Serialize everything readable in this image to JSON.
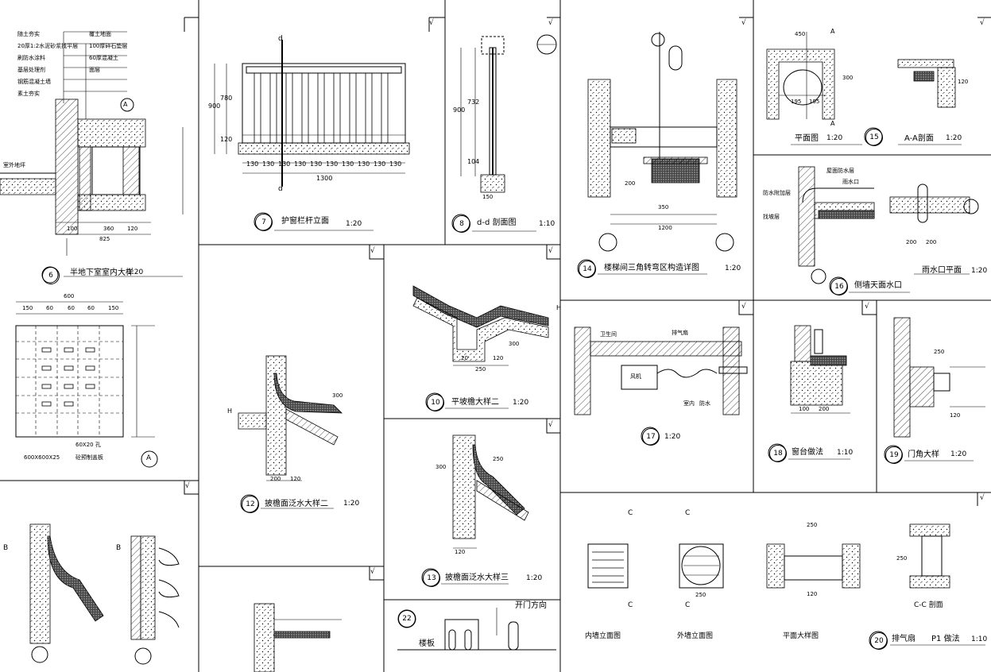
{
  "details": [
    {
      "id": "6",
      "title": "半地下室室内大样",
      "scale": "1:20"
    },
    {
      "id": "7",
      "title": "护窗栏杆立面",
      "scale": "1:20"
    },
    {
      "id": "8",
      "title": "d-d 剖面图",
      "scale": "1:10"
    },
    {
      "id": "14",
      "title": "楼梯间三角转弯区构造详图",
      "scale": "1:20"
    },
    {
      "id": "15",
      "title": "平面图",
      "scale": "1:20"
    },
    {
      "id": "15b",
      "title": "A-A剖面",
      "scale": "1:20"
    },
    {
      "id": "16",
      "title": "侧墙天面水口",
      "scale": ""
    },
    {
      "id": "16b",
      "title": "雨水口平面",
      "scale": "1:20"
    },
    {
      "id": "10",
      "title": "平坡檐大样二",
      "scale": "1:20"
    },
    {
      "id": "12",
      "title": "披檐面泛水大样二",
      "scale": "1:20"
    },
    {
      "id": "13",
      "title": "披檐面泛水大样三",
      "scale": "1:20"
    },
    {
      "id": "17",
      "title": "",
      "scale": "1:20"
    },
    {
      "id": "18",
      "title": "窗台做法",
      "scale": "1:10"
    },
    {
      "id": "19",
      "title": "门角大样",
      "scale": "1:20"
    },
    {
      "id": "20",
      "title": "排气扇",
      "scale": "1:10"
    },
    {
      "id": "22",
      "title": "",
      "scale": ""
    }
  ],
  "labels": {
    "d6_layers": [
      "随土夯实",
      "20厚1:2水泥砂浆找平层",
      "刷防水涂料",
      "基层处理剂",
      "钢筋混凝土墙",
      "素土夯实"
    ],
    "d6_right": [
      "覆土地面",
      "100厚碎石垫层",
      "60厚混凝土",
      "面层",
      "室外地坪"
    ],
    "d6_dims": [
      "100",
      "360",
      "120",
      "825"
    ],
    "d7_dims": [
      "130",
      "130",
      "130",
      "130",
      "130",
      "130",
      "130",
      "130",
      "130",
      "130",
      "1300",
      "900",
      "780",
      "120"
    ],
    "d8_dims": [
      "900",
      "732",
      "104",
      "150"
    ],
    "plate_a_dims": [
      "600",
      "150",
      "60",
      "60",
      "60",
      "150"
    ],
    "plate_a_note": "60X20 孔",
    "plate_a_note2": "600X600X25",
    "plate_a_note3": "砼预制盖板",
    "letter_a": "A",
    "letter_b": "B",
    "letter_c": "C",
    "letter_d": "d",
    "letter_h": "H",
    "d22_note": "开门方向",
    "d22_label": "楼板",
    "d20_sub": "P1 做法",
    "d20_cc": "C-C 剖面",
    "d20_views": [
      "内墙立面图",
      "外墙立面图",
      "平面大样图"
    ],
    "d20_dims": [
      "250",
      "250",
      "250",
      "120"
    ],
    "d17_labels": [
      "卫生间",
      "排气扇",
      "室内",
      "风机",
      "防水"
    ],
    "d18_dims": [
      "100",
      "200"
    ],
    "d19_dims": [
      "250",
      "120"
    ],
    "d14_dims": [
      "350",
      "200",
      "1200"
    ],
    "d15_dims": [
      "450",
      "300",
      "195",
      "195",
      "120"
    ],
    "d16b_dims": [
      "200",
      "200"
    ],
    "d16_notes": [
      "屋面防水层",
      "雨水口",
      "防水附加层",
      "找坡层"
    ],
    "d10_dims": [
      "20",
      "250",
      "120",
      "300"
    ],
    "d12_dims": [
      "200",
      "120",
      "300"
    ],
    "d13_dims": [
      "120",
      "300",
      "250"
    ]
  }
}
